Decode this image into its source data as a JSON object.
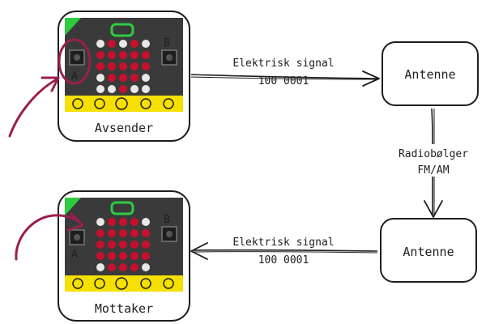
{
  "colors": {
    "ink": "#1e1e1e",
    "board": "#3a3a3a",
    "led_on": "#c8102e",
    "led_off": "#e8e8e8",
    "edge": "#f5e000",
    "logo": "#2ecc40",
    "cursor": "#9b1f4e"
  },
  "sender": {
    "caption": "Avsender",
    "button_a": "A",
    "button_b": "B",
    "led_pattern": [
      [
        0,
        1,
        0,
        1,
        0
      ],
      [
        1,
        1,
        1,
        1,
        1
      ],
      [
        1,
        1,
        1,
        1,
        1
      ],
      [
        0,
        1,
        1,
        1,
        0
      ],
      [
        0,
        0,
        1,
        0,
        0
      ]
    ]
  },
  "receiver": {
    "caption": "Mottaker",
    "button_a": "A",
    "button_b": "B",
    "led_pattern": [
      [
        0,
        1,
        1,
        1,
        0
      ],
      [
        1,
        1,
        1,
        1,
        1
      ],
      [
        1,
        1,
        1,
        1,
        1
      ],
      [
        1,
        1,
        1,
        1,
        1
      ],
      [
        0,
        1,
        1,
        1,
        0
      ]
    ]
  },
  "signal_top": {
    "line1": "Elektrisk signal",
    "line2": "100 0001"
  },
  "signal_bottom": {
    "line1": "Elektrisk signal",
    "line2": "100 0001"
  },
  "antenna_top": {
    "label": "Antenne"
  },
  "antenna_bottom": {
    "label": "Antenne"
  },
  "radio": {
    "line1": "Radiobølger",
    "line2": "FM/AM"
  }
}
